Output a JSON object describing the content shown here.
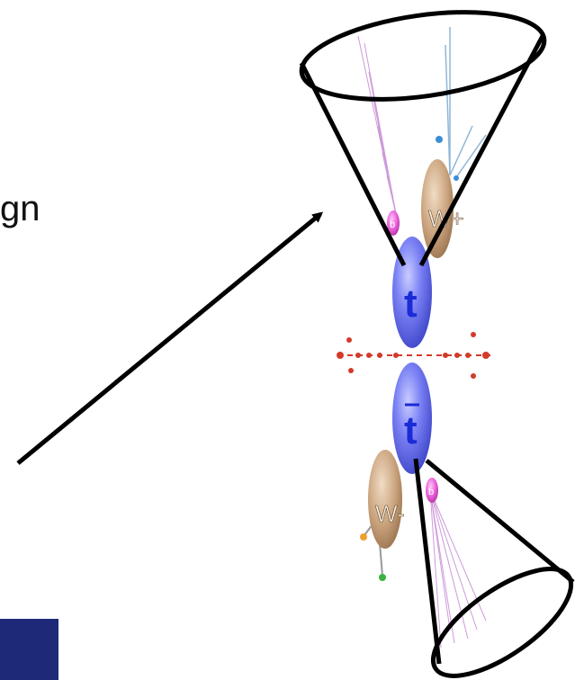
{
  "text": {
    "partial_word": "gn"
  },
  "particles": {
    "top": "t",
    "antitop": "t",
    "w_plus": "W+",
    "w_minus": "W-",
    "b_quark": "b",
    "b_bar": "b"
  },
  "colors": {
    "background": "#ffffff",
    "corner_box": "#1e2a78",
    "top_quark": "#5a63ef",
    "w_boson": "#c9a27c",
    "b_quark": "#e85bd8",
    "jet_lines": "#c98fd6",
    "lepton_line": "#8fb6d8",
    "gluon": "#d33a2a",
    "cone_stroke": "#000000",
    "arrow": "#000000"
  }
}
